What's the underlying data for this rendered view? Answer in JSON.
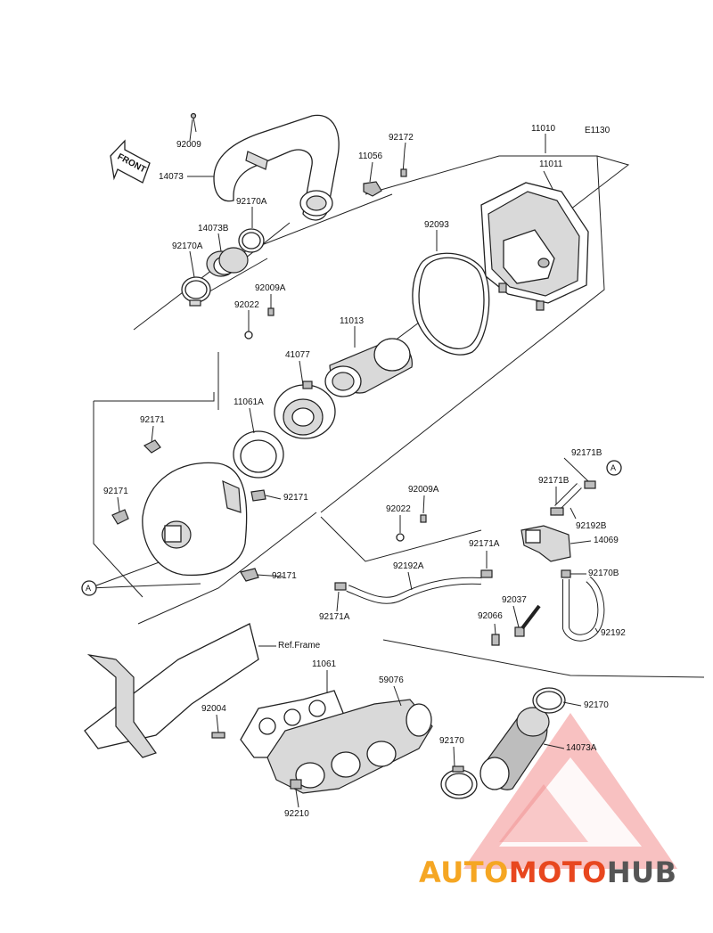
{
  "diagram_code": "E1130",
  "front_label": "FRONT",
  "ref_frame": "Ref.Frame",
  "callout_letter": "A",
  "logo": {
    "part1": "AUTO",
    "part2": "MOTO",
    "part3": "HUB"
  },
  "colors": {
    "logo_orange": "#f5a623",
    "logo_red": "#e8471f",
    "logo_gray": "#555555",
    "line": "#222222"
  },
  "parts": {
    "p92009_top": "92009",
    "p14073": "14073",
    "p92170A_1": "92170A",
    "p14073B": "14073B",
    "p92170A_2": "92170A",
    "p92009A_1": "92009A",
    "p92022_1": "92022",
    "p11056": "11056",
    "p92172": "92172",
    "p11010": "11010",
    "p11011": "11011",
    "p92093": "92093",
    "p11013": "11013",
    "p41077": "41077",
    "p11061A": "11061A",
    "p92171_1": "92171",
    "p92171_2": "92171",
    "p92171_3": "92171",
    "p92171_4": "92171",
    "p92009A_2": "92009A",
    "p92022_2": "92022",
    "p92171B_1": "92171B",
    "p92171B_2": "92171B",
    "p92192B": "92192B",
    "p14069": "14069",
    "p92171A_1": "92171A",
    "p92192A": "92192A",
    "p92170B": "92170B",
    "p92037": "92037",
    "p92066": "92066",
    "p92192": "92192",
    "p92171A_2": "92171A",
    "p11061": "11061",
    "p59076": "59076",
    "p92004": "92004",
    "p92170_1": "92170",
    "p92170_2": "92170",
    "p14073A": "14073A",
    "p92210": "92210"
  }
}
